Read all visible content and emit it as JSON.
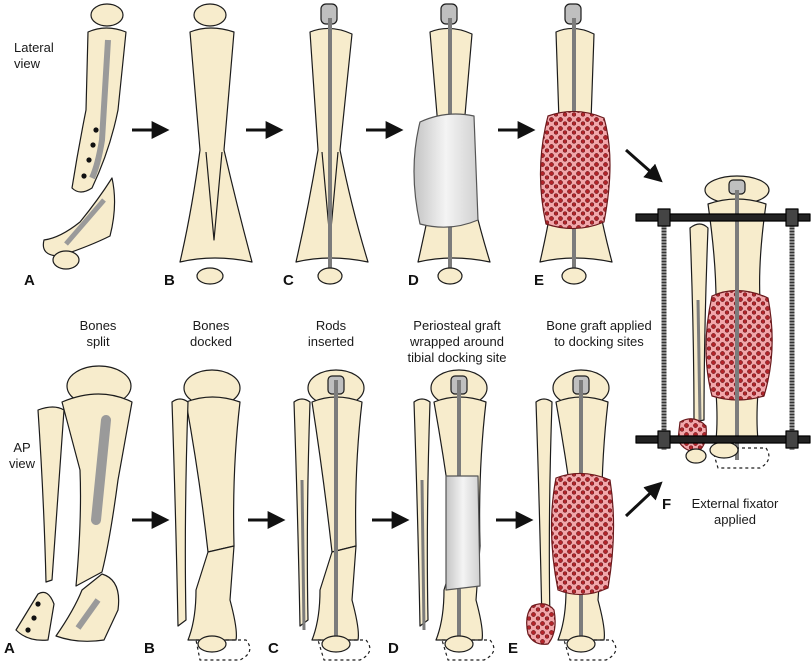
{
  "colors": {
    "bone": "#f7eccc",
    "outline": "#1c1c1c",
    "rod": "#8a8a8a",
    "graft_fill": "#f2a7ab",
    "graft_dots": "#b3242a",
    "periosteal": "#d6d6d6",
    "fixator": "#222222"
  },
  "labels": {
    "lateral_view": "Lateral\nview",
    "ap_view": "AP\nview",
    "bones_split": "Bones\nsplit",
    "bones_docked": "Bones\ndocked",
    "rods_inserted": "Rods\ninserted",
    "periosteal_graft": "Periosteal graft\nwrapped around\ntibial docking site",
    "bone_graft": "Bone graft applied\nto docking sites",
    "external_fixator": "External fixator\napplied"
  },
  "letters": {
    "top": [
      "A",
      "B",
      "C",
      "D",
      "E"
    ],
    "bottom": [
      "A",
      "B",
      "C",
      "D",
      "E"
    ],
    "f": "F"
  }
}
